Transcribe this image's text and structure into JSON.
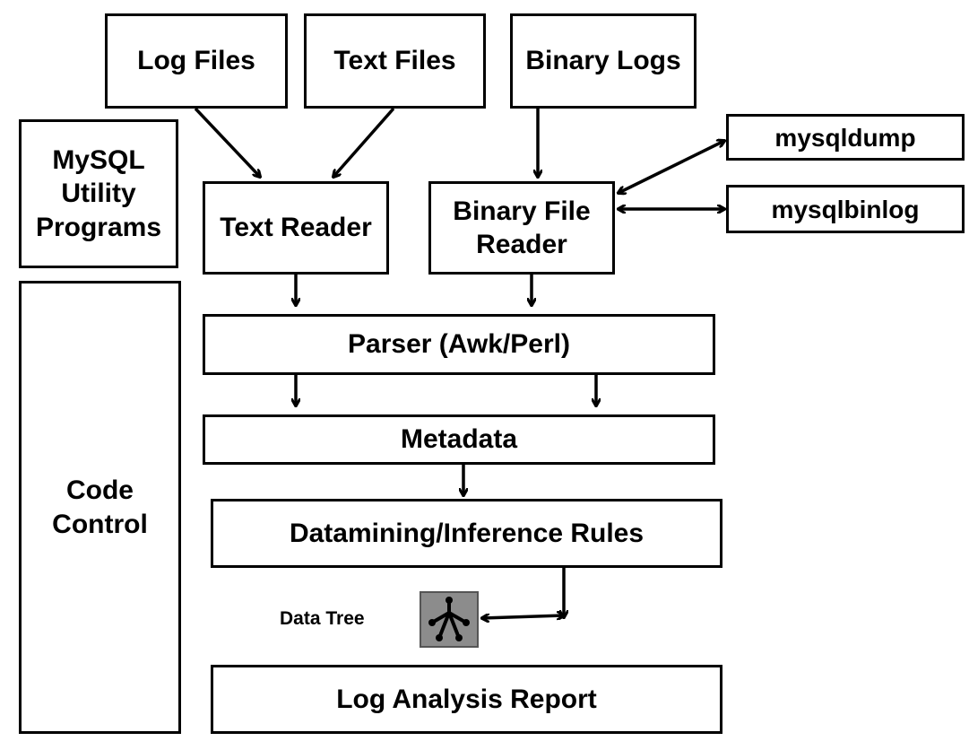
{
  "nodes": {
    "log_files": "Log Files",
    "text_files": "Text Files",
    "binary_logs": "Binary Logs",
    "mysqldump": "mysqldump",
    "mysqlbinlog": "mysqlbinlog",
    "mysql_utility": "MySQL\nUtility\nPrograms",
    "text_reader": "Text Reader",
    "binary_file_reader": "Binary File\nReader",
    "code_control": "Code\nControl",
    "parser": "Parser (Awk/Perl)",
    "metadata": "Metadata",
    "datamining": "Datamining/Inference Rules",
    "data_tree": "Data Tree",
    "report": "Log Analysis Report"
  },
  "icons": {
    "data_tree_icon": "tree-structure-icon"
  },
  "colors": {
    "line": "#000000",
    "icon_bg": "#8c8c8c"
  }
}
